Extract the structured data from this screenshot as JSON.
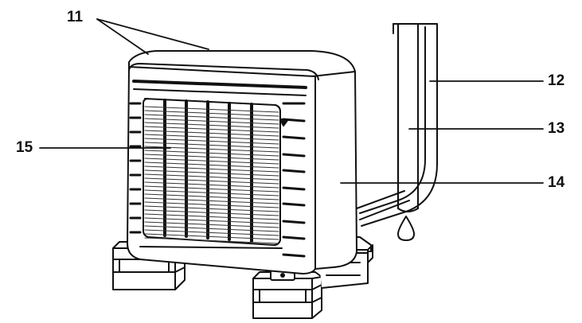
{
  "callouts": {
    "c11": "11",
    "c12": "12",
    "c13": "13",
    "c14": "14",
    "c15": "15"
  },
  "colors": {
    "line": "#111111",
    "background": "#ffffff"
  }
}
